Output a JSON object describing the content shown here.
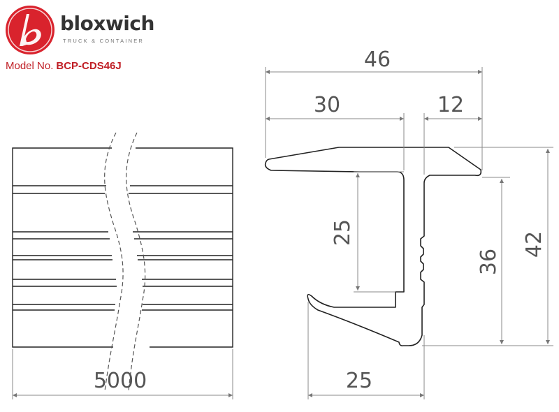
{
  "brand": {
    "name": "bloxwich",
    "subtitle": "TRUCK & CONTAINER",
    "logo_icon": "bloxwich-b-logo",
    "accent_color": "#d9232d"
  },
  "model": {
    "label": "Model No.",
    "value": "BCP-CDS46J"
  },
  "dimensions": {
    "length": "5000",
    "overall_width": "46",
    "left_width": "30",
    "right_width": "12",
    "inner_height": "25",
    "flange_height": "36",
    "overall_height": "42",
    "base_width": "25"
  }
}
